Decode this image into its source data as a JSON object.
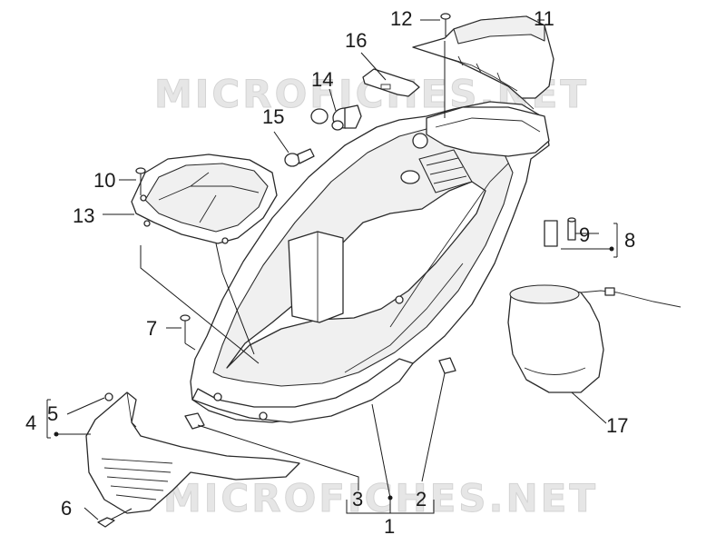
{
  "watermark": {
    "top": "MICROFICHES.NET",
    "bottom": "MICROFICHES.NET"
  },
  "callouts": [
    {
      "id": "1",
      "label": "1"
    },
    {
      "id": "2",
      "label": "2"
    },
    {
      "id": "3",
      "label": "3"
    },
    {
      "id": "4",
      "label": "4"
    },
    {
      "id": "5",
      "label": "5"
    },
    {
      "id": "6",
      "label": "6"
    },
    {
      "id": "7",
      "label": "7"
    },
    {
      "id": "8",
      "label": "8"
    },
    {
      "id": "9",
      "label": "9"
    },
    {
      "id": "10",
      "label": "10"
    },
    {
      "id": "11",
      "label": "11"
    },
    {
      "id": "12",
      "label": "12"
    },
    {
      "id": "13",
      "label": "13"
    },
    {
      "id": "14",
      "label": "14"
    },
    {
      "id": "15",
      "label": "15"
    },
    {
      "id": "16",
      "label": "16"
    },
    {
      "id": "17",
      "label": "17"
    }
  ]
}
